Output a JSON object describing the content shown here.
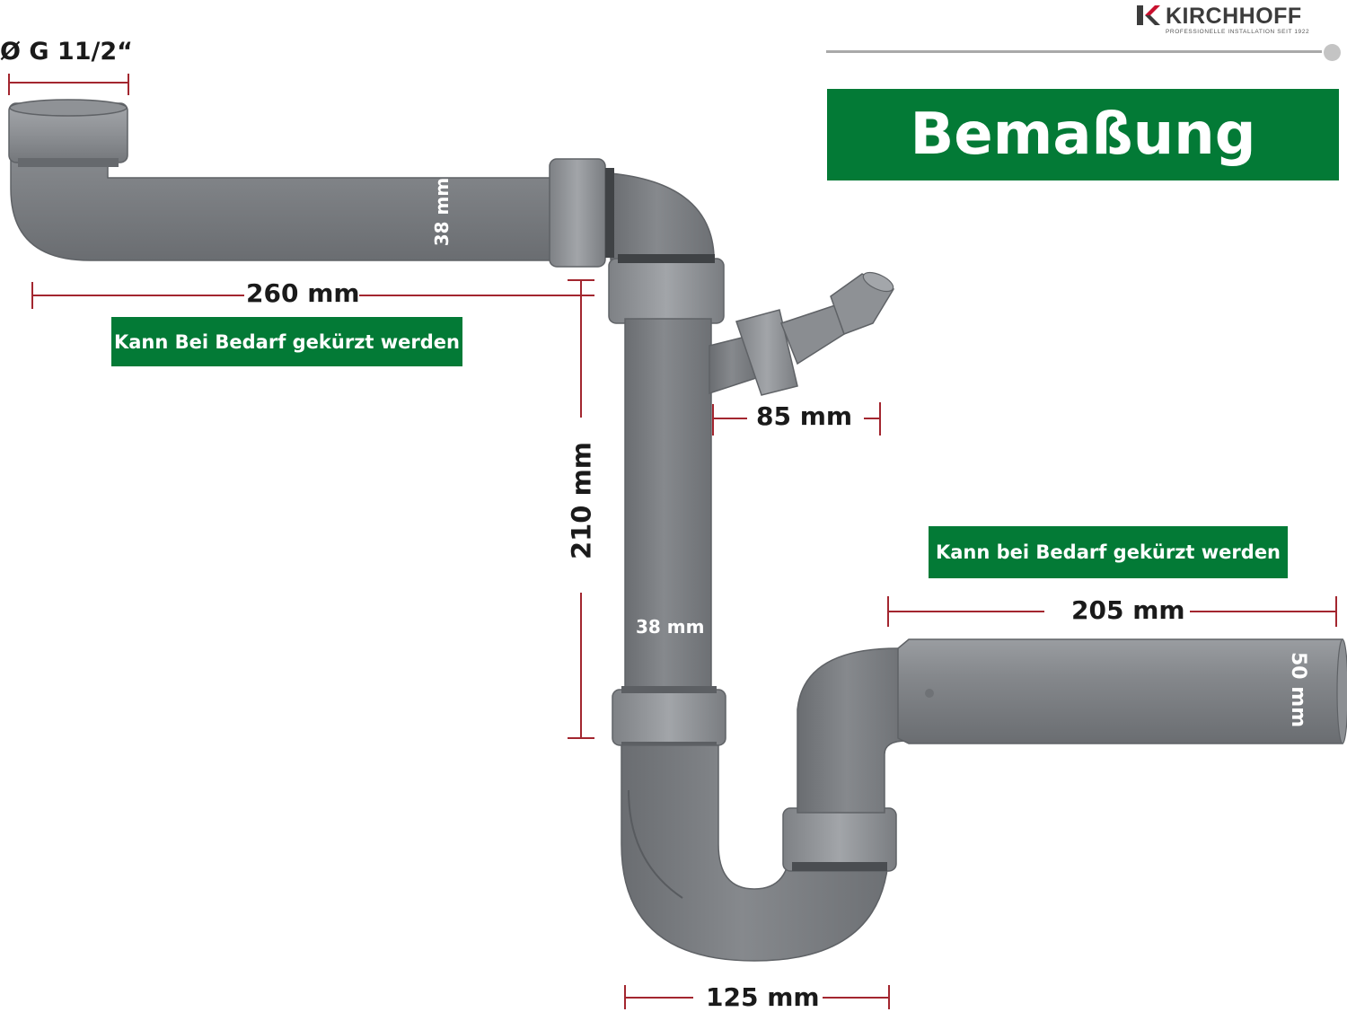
{
  "brand": {
    "name": "KIRCHHOFF",
    "tagline": "PROFESSIONELLE INSTALLATION SEIT 1922",
    "logo_icon": "kirchhoff-k-logo-icon"
  },
  "heading": "Bemaßung",
  "notes": {
    "top_left": "Kann Bei Bedarf gekürzt werden",
    "right": "Kann bei Bedarf gekürzt werden"
  },
  "dimensions": {
    "thread": "Ø G 11/2“",
    "top_length": "260 mm",
    "top_pipe_diameter": "38 mm",
    "vertical_length": "210 mm",
    "vertical_pipe_diameter": "38 mm",
    "side_branch": "85 mm",
    "outlet_length": "205 mm",
    "outlet_diameter": "50 mm",
    "trap_width": "125 mm"
  },
  "colors": {
    "accent_green": "#037a36",
    "dimension_line": "#a3262f",
    "pipe_gray": "#7b7e82"
  }
}
